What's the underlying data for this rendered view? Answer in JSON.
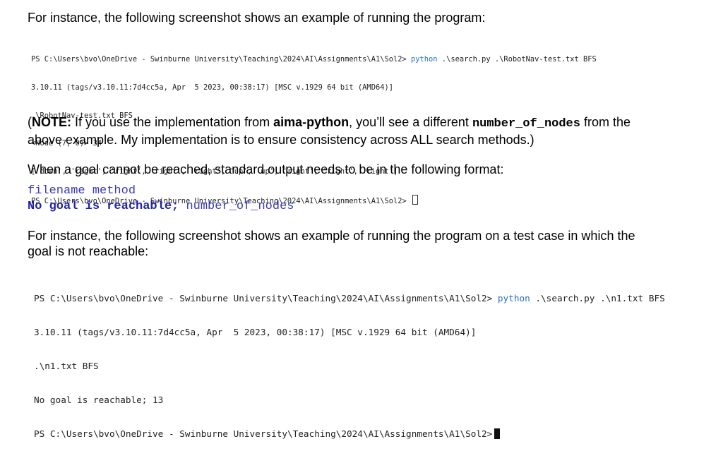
{
  "p1": "For instance, the following screenshot shows an example of running the program:",
  "terminal1": {
    "prompt": "PS C:\\Users\\bvo\\OneDrive - Swinburne University\\Teaching\\2024\\AI\\Assignments\\A1\\Sol2> ",
    "command_python": "python",
    "command_args": " .\\search.py .\\RobotNav-test.txt BFS",
    "lines": [
      "3.10.11 (tags/v3.10.11:7d4cc5a, Apr  5 2023, 00:38:17) [MSC v.1929 64 bit (AMD64)]",
      ".\\RobotNav-test.txt BFS",
      "<Node (7, 0)> 34",
      "['down', 'right', 'right', 'right', 'right', 'up', 'up', 'right', 'right', 'right']"
    ],
    "final_prompt": "PS C:\\Users\\bvo\\OneDrive - Swinburne University\\Teaching\\2024\\AI\\Assignments\\A1\\Sol2> "
  },
  "note": {
    "open": "(",
    "label": "NOTE:",
    "t1": " If you use the implementation from ",
    "aima": "aima-python",
    "t2": ", you’ll see a different ",
    "code": "number_of_nodes",
    "t3": " from the",
    "line2": "above example. My implementation is to ensure consistency across ALL search methods.)"
  },
  "p2": "When a goal cannot be reached, standard output needs to be in the following format:",
  "format": {
    "line1": "filename method",
    "bold": "No goal is reachable;",
    "rest": " number_of_nodes"
  },
  "p3_line1": "For instance, the following screenshot shows an example of running the program on a test case in which the",
  "p3_line2": "goal is not reachable:",
  "terminal2": {
    "prompt": "PS C:\\Users\\bvo\\OneDrive - Swinburne University\\Teaching\\2024\\AI\\Assignments\\A1\\Sol2> ",
    "command_python": "python",
    "command_args": " .\\search.py .\\n1.txt BFS",
    "lines": [
      "3.10.11 (tags/v3.10.11:7d4cc5a, Apr  5 2023, 00:38:17) [MSC v.1929 64 bit (AMD64)]",
      ".\\n1.txt BFS",
      "No goal is reachable; 13"
    ],
    "final_prompt": "PS C:\\Users\\bvo\\OneDrive - Swinburne University\\Teaching\\2024\\AI\\Assignments\\A1\\Sol2>"
  }
}
